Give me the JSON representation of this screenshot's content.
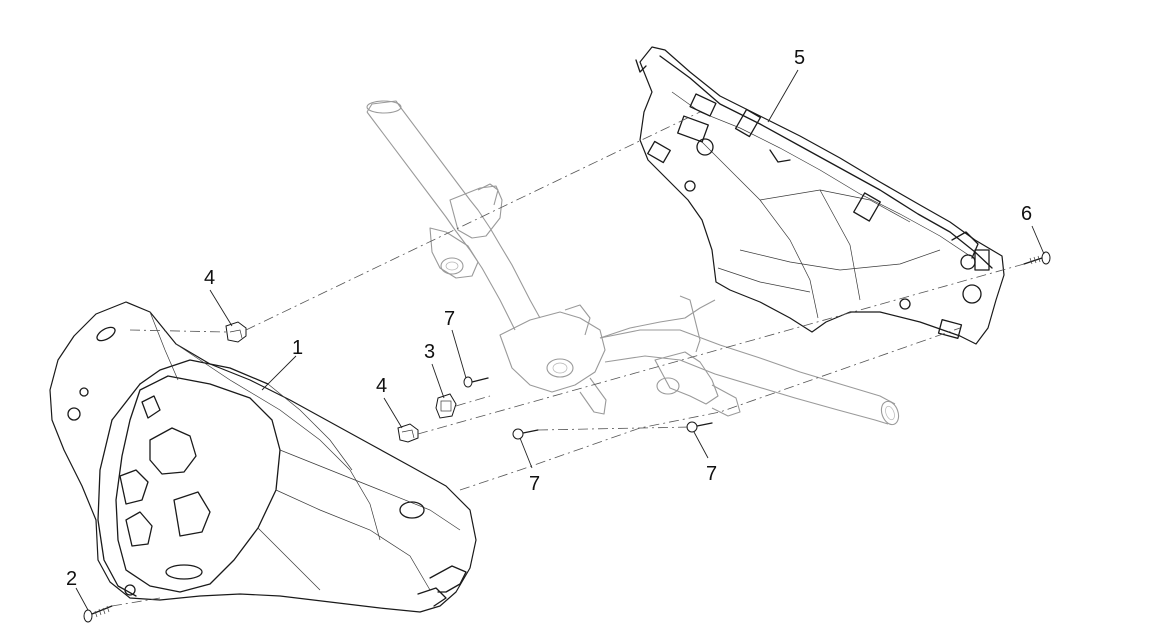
{
  "callouts": {
    "c1": "1",
    "c2": "2",
    "c3": "3",
    "c4a": "4",
    "c4b": "4",
    "c5": "5",
    "c6": "6",
    "c7a": "7",
    "c7b": "7",
    "c7c": "7"
  },
  "colors": {
    "line": "#1a1a1a",
    "ghost": "#9a9a9a",
    "background": "#ffffff"
  }
}
